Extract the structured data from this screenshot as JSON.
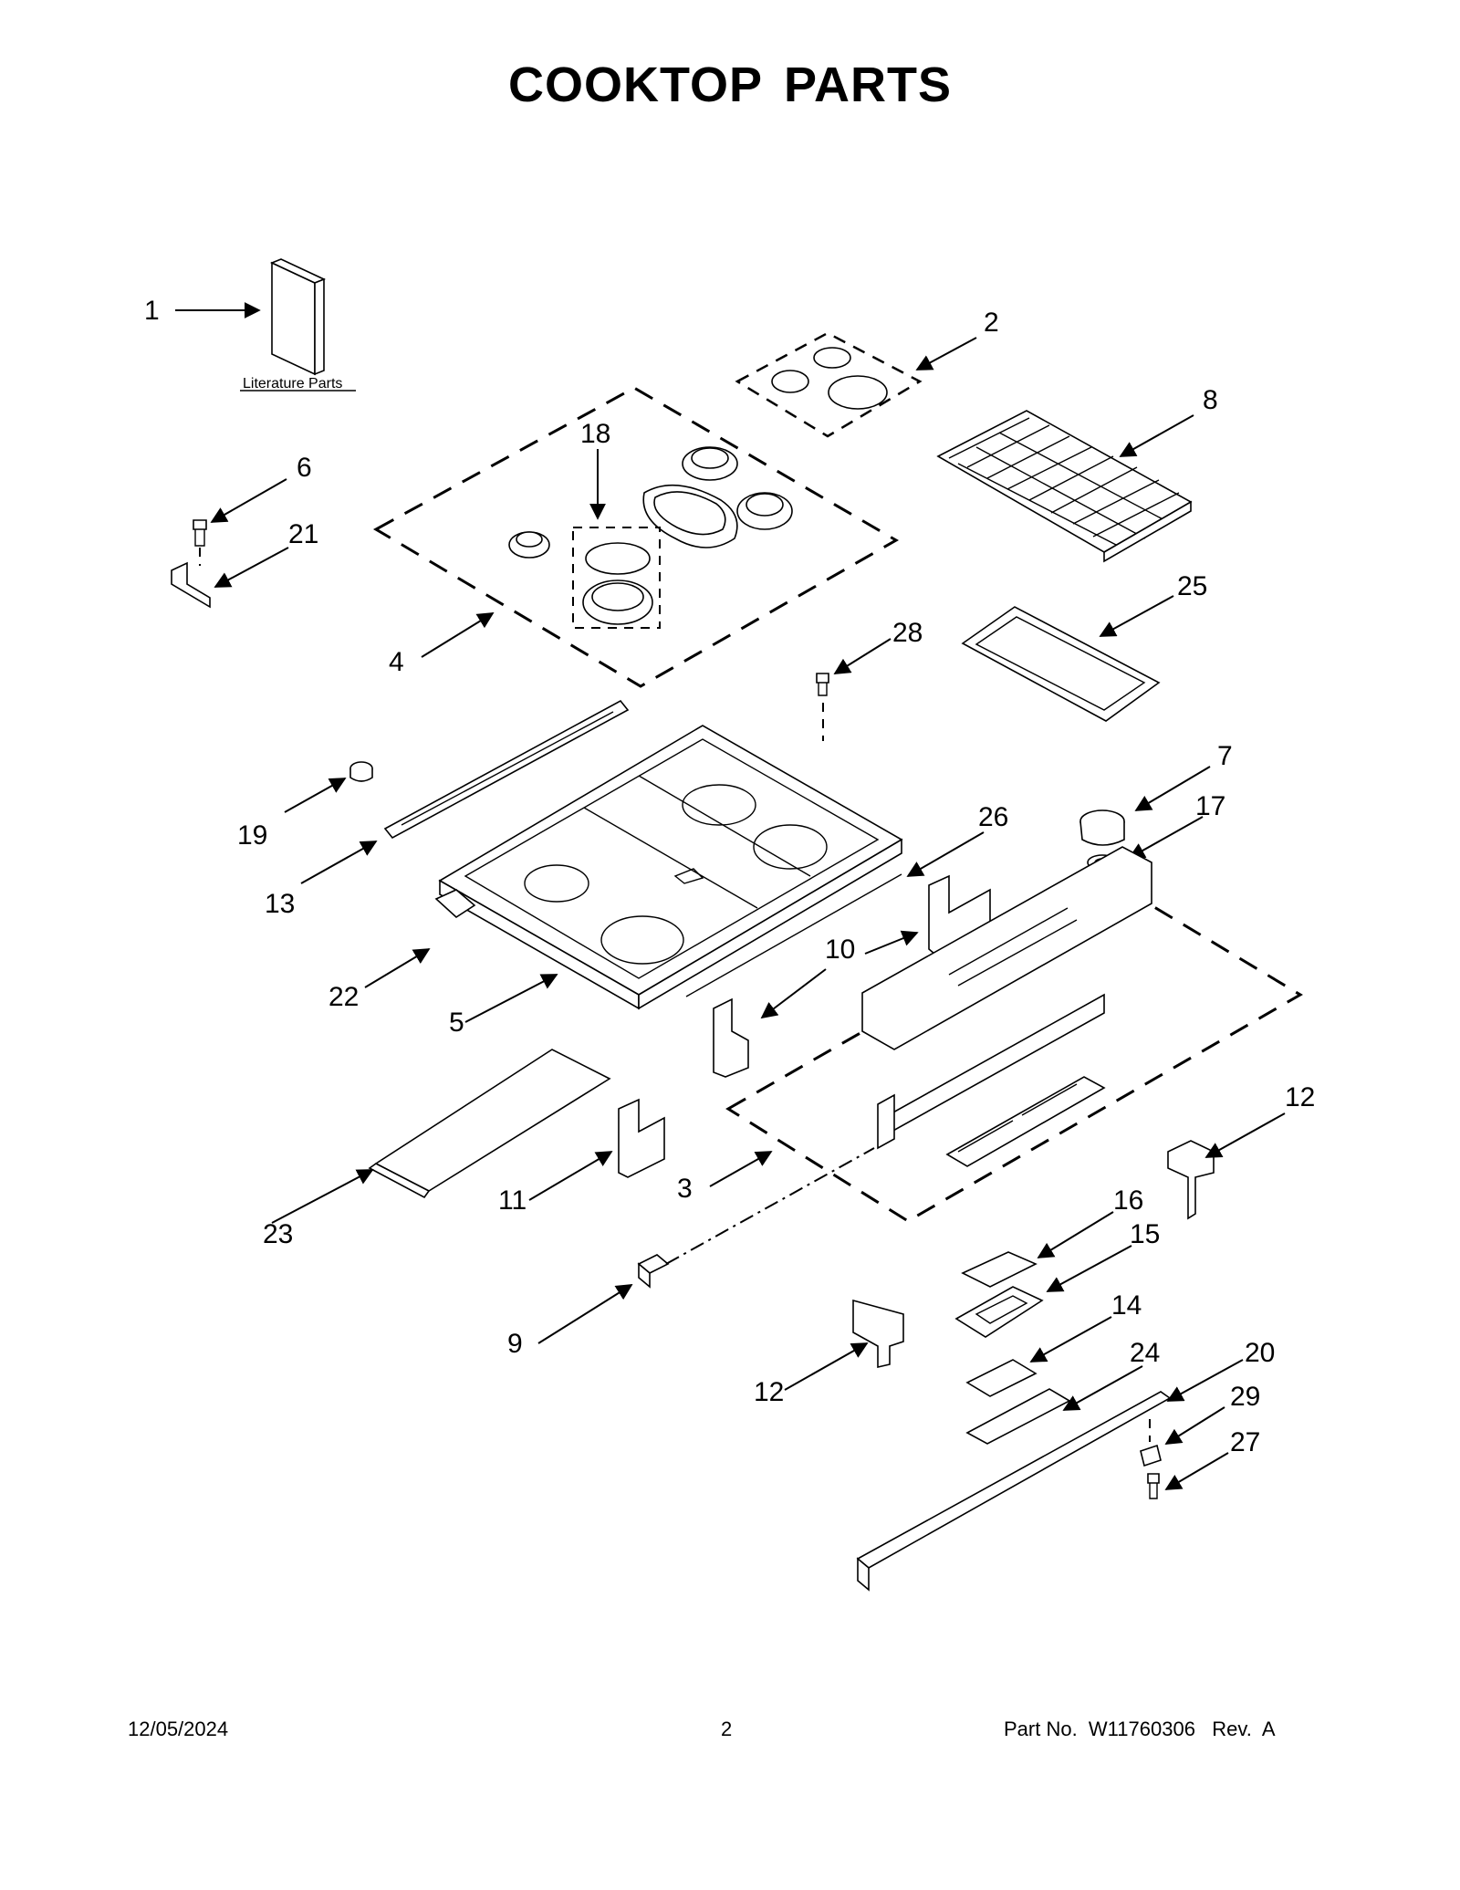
{
  "page": {
    "title": "COOKTOP  PARTS"
  },
  "literature_label": "Literature Parts",
  "callouts": [
    "1",
    "2",
    "8",
    "18",
    "6",
    "21",
    "4",
    "28",
    "25",
    "19",
    "13",
    "7",
    "17",
    "26",
    "10",
    "22",
    "5",
    "12",
    "23",
    "11",
    "3",
    "16",
    "15",
    "9",
    "14",
    "12",
    "24",
    "20",
    "29",
    "27"
  ],
  "footer": {
    "date": "12/05/2024",
    "page_number": "2",
    "part_no": "Part No.  W11760306   Rev.  A"
  }
}
